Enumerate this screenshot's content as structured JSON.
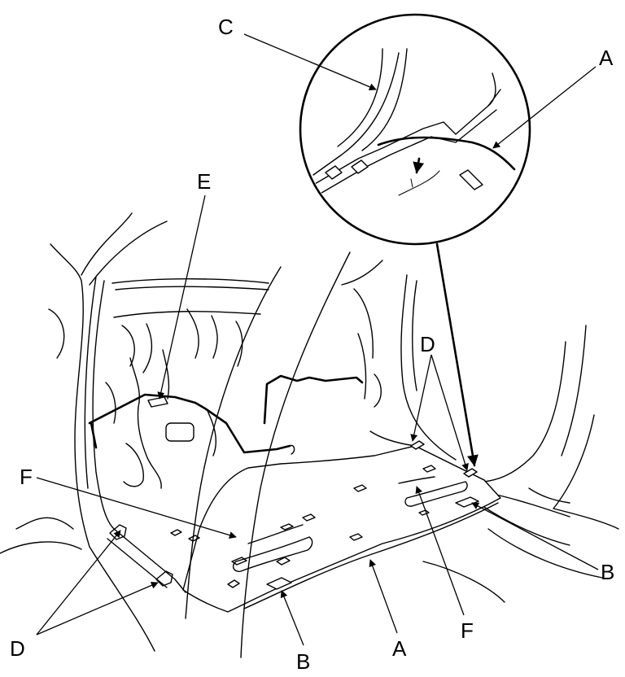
{
  "callouts": {
    "a_detail": "A",
    "a_bottom": "A",
    "b_right": "B",
    "b_bottom": "B",
    "c": "C",
    "d_right": "D",
    "d_left": "D",
    "e": "E",
    "f_left": "F",
    "f_right": "F"
  },
  "colors": {
    "line": "#000000",
    "background": "#ffffff"
  }
}
